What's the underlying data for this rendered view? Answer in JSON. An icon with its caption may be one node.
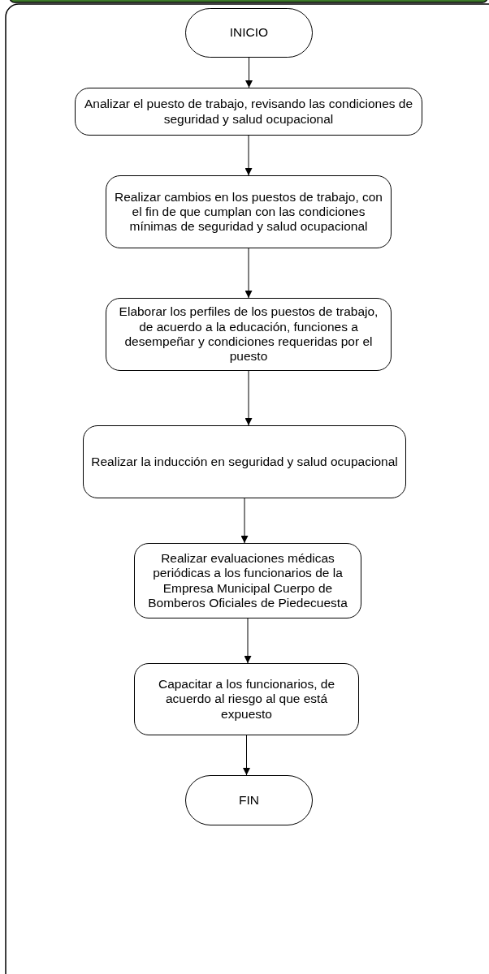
{
  "diagram": {
    "nodes": [
      {
        "text": [
          "INICIO"
        ]
      },
      {
        "text": [
          "Analizar el puesto de trabajo, revisando las condiciones de seguridad y salud ocupacional"
        ]
      },
      {
        "text": [
          "Realizar cambios en los puestos de trabajo, con el fin de que cumplan con las condiciones mínimas de seguridad y salud ocupacional"
        ]
      },
      {
        "text": [
          "Elaborar los perfiles de los puestos de trabajo, de acuerdo a la educación, funciones a desempeñar y condiciones requeridas por el puesto"
        ]
      },
      {
        "text": [
          "Realizar la inducción en seguridad y salud ocupacional"
        ]
      },
      {
        "text": [
          "Realizar evaluaciones médicas periódicas a los funcionarios de la Empresa Municipal Cuerpo de Bomberos Oficiales de Piedecuesta"
        ]
      },
      {
        "text": [
          "Capacitar a los funcionarios, de acuerdo al riesgo al que está expuesto"
        ]
      },
      {
        "text": [
          "FIN"
        ]
      }
    ],
    "edges": [
      {
        "from": 0,
        "to": 1,
        "arrow": "to"
      },
      {
        "from": 1,
        "to": 2,
        "arrow": "to"
      },
      {
        "from": 2,
        "to": 3,
        "arrow": "to"
      },
      {
        "from": 3,
        "to": 4,
        "arrow": "to"
      },
      {
        "from": 4,
        "to": 5,
        "arrow": "to"
      },
      {
        "from": 5,
        "to": 6,
        "arrow": "to"
      },
      {
        "from": 6,
        "to": 7,
        "arrow": "to"
      }
    ]
  }
}
